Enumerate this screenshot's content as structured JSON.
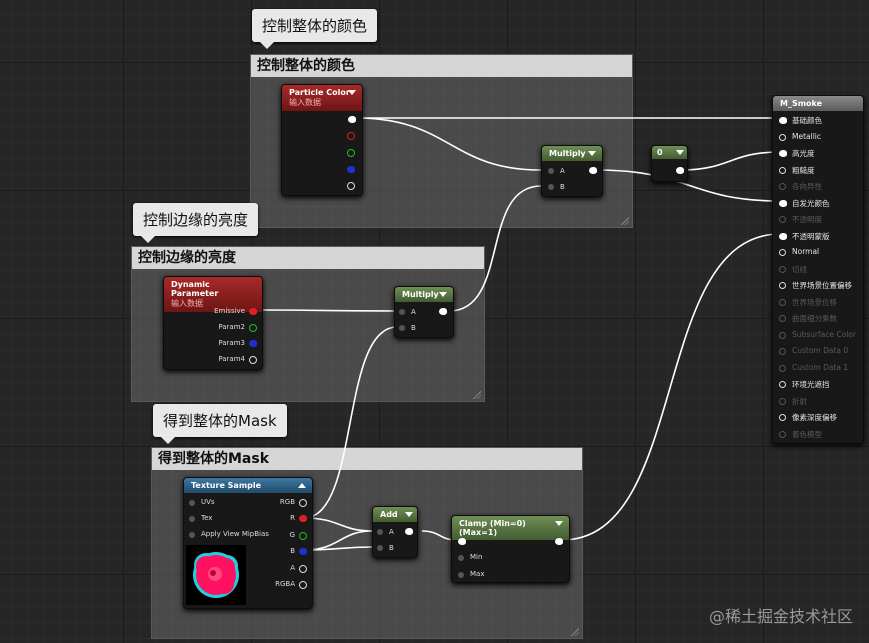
{
  "comments": {
    "color": {
      "bubble": "控制整体的颜色",
      "title": "控制整体的颜色"
    },
    "edge": {
      "bubble": "控制边缘的亮度",
      "title": "控制边缘的亮度"
    },
    "mask": {
      "bubble": "得到整体的Mask",
      "title": "得到整体的Mask"
    }
  },
  "nodes": {
    "particle_color": {
      "title": "Particle Color",
      "subtitle": "输入数据"
    },
    "multiply1": {
      "title": "Multiply",
      "pin_a": "A",
      "pin_b": "B"
    },
    "constant": {
      "title": "0"
    },
    "dynamic_param": {
      "title": "Dynamic Parameter",
      "subtitle": "输入数据",
      "pins": [
        "Emissive",
        "Param2",
        "Param3",
        "Param4"
      ]
    },
    "multiply2": {
      "title": "Multiply",
      "pin_a": "A",
      "pin_b": "B"
    },
    "texture_sample": {
      "title": "Texture Sample",
      "inputs": [
        "UVs",
        "Tex",
        "Apply View MipBias"
      ],
      "outputs": [
        "RGB",
        "R",
        "G",
        "B",
        "A",
        "RGBA"
      ]
    },
    "add": {
      "title": "Add",
      "pin_a": "A",
      "pin_b": "B"
    },
    "clamp": {
      "title": "Clamp (Min=0) (Max=1)",
      "pin_min": "Min",
      "pin_max": "Max"
    }
  },
  "material": {
    "title": "M_Smoke",
    "slots": [
      {
        "label": "基础颜色",
        "active": true,
        "connected": true
      },
      {
        "label": "Metallic",
        "active": true,
        "connected": false
      },
      {
        "label": "高光度",
        "active": true,
        "connected": true
      },
      {
        "label": "粗糙度",
        "active": true,
        "connected": false
      },
      {
        "label": "各向异性",
        "active": false,
        "connected": false
      },
      {
        "label": "自发光颜色",
        "active": true,
        "connected": true
      },
      {
        "label": "不透明度",
        "active": false,
        "connected": false
      },
      {
        "label": "不透明蒙版",
        "active": true,
        "connected": true
      },
      {
        "label": "Normal",
        "active": true,
        "connected": false
      },
      {
        "label": "切线",
        "active": false,
        "connected": false
      },
      {
        "label": "世界场景位置偏移",
        "active": true,
        "connected": false
      },
      {
        "label": "世界场景位移",
        "active": false,
        "connected": false
      },
      {
        "label": "曲面细分乘数",
        "active": false,
        "connected": false
      },
      {
        "label": "Subsurface Color",
        "active": false,
        "connected": false
      },
      {
        "label": "Custom Data 0",
        "active": false,
        "connected": false
      },
      {
        "label": "Custom Data 1",
        "active": false,
        "connected": false
      },
      {
        "label": "环境光遮挡",
        "active": true,
        "connected": false
      },
      {
        "label": "折射",
        "active": false,
        "connected": false
      },
      {
        "label": "像素深度偏移",
        "active": true,
        "connected": false
      },
      {
        "label": "着色模型",
        "active": false,
        "connected": false
      }
    ]
  },
  "watermark": "@稀土掘金技术社区",
  "colors": {
    "red": "#e02020",
    "green": "#20c020",
    "blue": "#2030d0",
    "wire": "#ffffff"
  }
}
